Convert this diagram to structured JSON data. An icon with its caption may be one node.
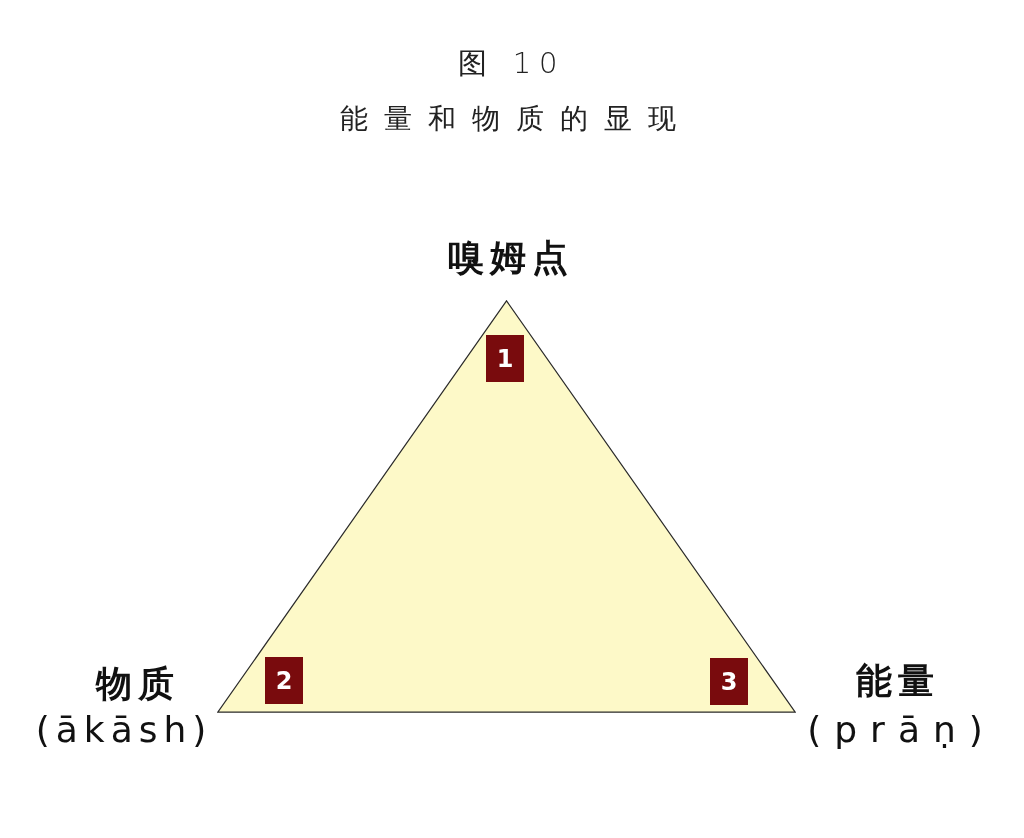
{
  "diagram": {
    "title": "图 10",
    "caption": "能量和物质的显现",
    "nodes": [
      {
        "text": [],
        "shape": "triangle"
      },
      {
        "text": [
          "1"
        ],
        "in": 0
      },
      {
        "text": [
          "2"
        ],
        "in": 0
      },
      {
        "text": [
          "3"
        ],
        "in": 0
      }
    ],
    "labels": [
      "嗅姆点",
      "物质",
      "(ākāsh)",
      "能量",
      "(prāṇ)"
    ]
  }
}
